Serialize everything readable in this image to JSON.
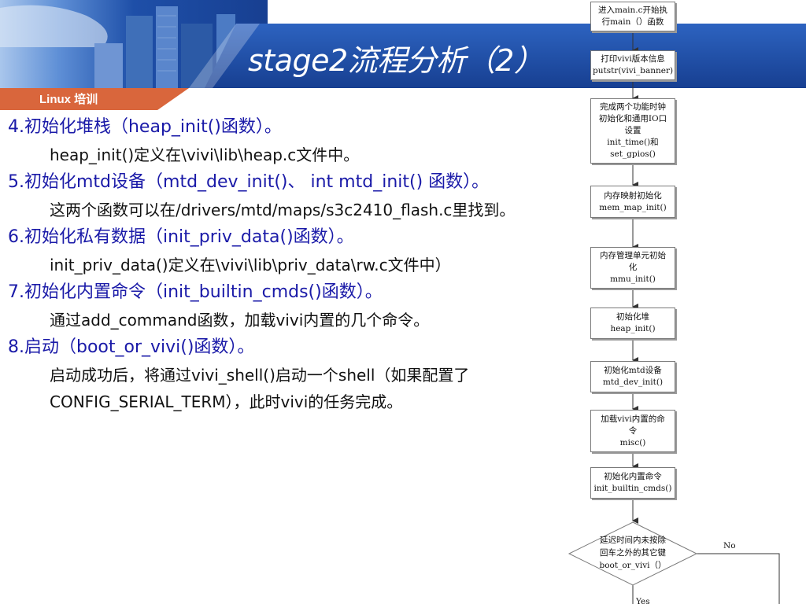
{
  "header": {
    "title": "stage2流程分析（2）",
    "tag": "Linux 培训"
  },
  "content": [
    {
      "type": "heading",
      "text": "4.初始化堆栈（heap_init()函数）。"
    },
    {
      "type": "para",
      "text": "heap_init()定义在\\vivi\\lib\\heap.c文件中。"
    },
    {
      "type": "heading",
      "text": "5.初始化mtd设备（mtd_dev_init()、 int mtd_init() 函数）。"
    },
    {
      "type": "para",
      "text": "这两个函数可以在/drivers/mtd/maps/s3c2410_flash.c里找到。"
    },
    {
      "type": "heading",
      "text": "6.初始化私有数据（init_priv_data()函数）。"
    },
    {
      "type": "para",
      "text": "init_priv_data()定义在\\vivi\\lib\\priv_data\\rw.c文件中）"
    },
    {
      "type": "heading",
      "text": "7.初始化内置命令（init_builtin_cmds()函数）。"
    },
    {
      "type": "para",
      "text": "通过add_command函数，加载vivi内置的几个命令。"
    },
    {
      "type": "heading",
      "text": "8.启动（boot_or_vivi()函数）。"
    },
    {
      "type": "para",
      "text": "启动成功后，将通过vivi_shell()启动一个shell（如果配置了CONFIG_SERIAL_TERM），此时vivi的任务完成。"
    }
  ],
  "flowchart": {
    "boxes": [
      {
        "lines": [
          "进入main.c开始执",
          "行main（）函数"
        ]
      },
      {
        "lines": [
          "打印vivi版本信息",
          "putstr(vivi_banner)"
        ]
      },
      {
        "lines": [
          "完成两个功能时钟",
          "初始化和通用IO口",
          "设置",
          "init_time()和",
          "set_gpios()"
        ]
      },
      {
        "lines": [
          "内存映射初始化",
          "mem_map_init()"
        ]
      },
      {
        "lines": [
          "内存管理单元初始",
          "化",
          "mmu_init()"
        ]
      },
      {
        "lines": [
          "初始化堆",
          "heap_init()"
        ]
      },
      {
        "lines": [
          "初始化mtd设备",
          "mtd_dev_init()"
        ]
      },
      {
        "lines": [
          "加载vivi内置的命",
          "令",
          "misc()"
        ]
      },
      {
        "lines": [
          "初始化内置命令",
          "init_builtin_cmds()"
        ]
      }
    ],
    "decision": {
      "lines": [
        "延迟时间内未按除",
        "回车之外的其它键",
        "boot_or_vivi（）"
      ],
      "no_label": "No",
      "yes_label": "Yes"
    }
  },
  "colors": {
    "heading": "#1a1aa8",
    "body_text": "#111111",
    "tag_bar": "#d9663c",
    "header_blue": "#1f4fa0"
  }
}
